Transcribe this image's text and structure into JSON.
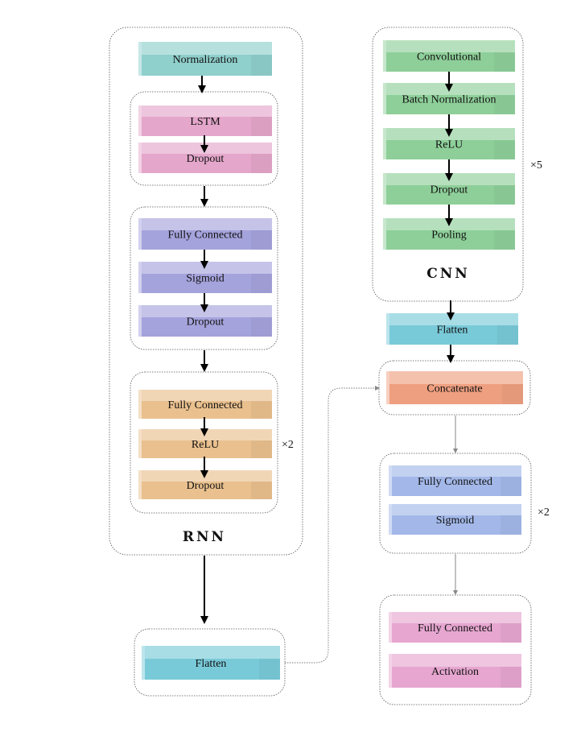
{
  "colors": {
    "teal": "#8fcfcc",
    "pink": "#e4a6ca",
    "purple": "#a5a3dc",
    "orange": "#e9c08e",
    "green": "#8ecf99",
    "cyan": "#79cad9",
    "salmon": "#ee9f80",
    "blue": "#a3b8e9",
    "magenta": "#e6a6d0"
  },
  "rnn": {
    "title": "RNN",
    "normalization": "Normalization",
    "lstm": "LSTM",
    "lstm_dropout": "Dropout",
    "fc1": "Fully Connected",
    "sigmoid": "Sigmoid",
    "sig_dropout": "Dropout",
    "fc2": "Fully Connected",
    "relu": "ReLU",
    "relu_dropout": "Dropout",
    "repeat": "×2",
    "flatten": "Flatten"
  },
  "cnn": {
    "title": "CNN",
    "convolutional": "Convolutional",
    "batch_norm": "Batch Normalization",
    "relu": "ReLU",
    "dropout": "Dropout",
    "pooling": "Pooling",
    "repeat": "×5",
    "flatten": "Flatten"
  },
  "head": {
    "concatenate": "Concatenate",
    "fc": "Fully Connected",
    "sigmoid": "Sigmoid",
    "repeat": "×2",
    "fc_final": "Fully Connected",
    "activation": "Activation"
  }
}
